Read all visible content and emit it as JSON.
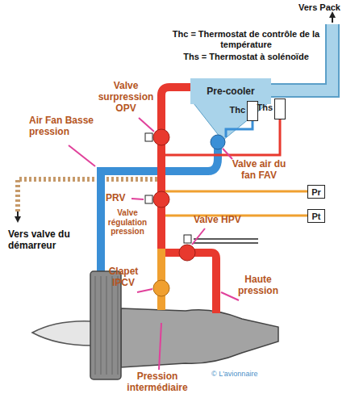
{
  "diagram": {
    "nodes": [
      {
        "text": [
          "Pre-cooler"
        ]
      },
      {
        "text": [
          "Thc"
        ]
      },
      {
        "text": [
          "Ths"
        ]
      },
      {
        "text": [
          "Pr"
        ]
      },
      {
        "text": [
          "Pt"
        ]
      }
    ],
    "labels": [
      "Vers Pack",
      "Thc = Thermostat de contrôle de la température",
      "Ths = Thermostat à solénoïde",
      "Valve surpression OPV",
      "Air Fan Basse pression",
      "Valve air du fan FAV",
      "PRV",
      "Valve régulation pression",
      "Vers valve du démarreur",
      "Valve HPV",
      "Clapet IPCV",
      "Haute pression",
      "Pression intermédiaire",
      "© L'avionnaire"
    ]
  }
}
